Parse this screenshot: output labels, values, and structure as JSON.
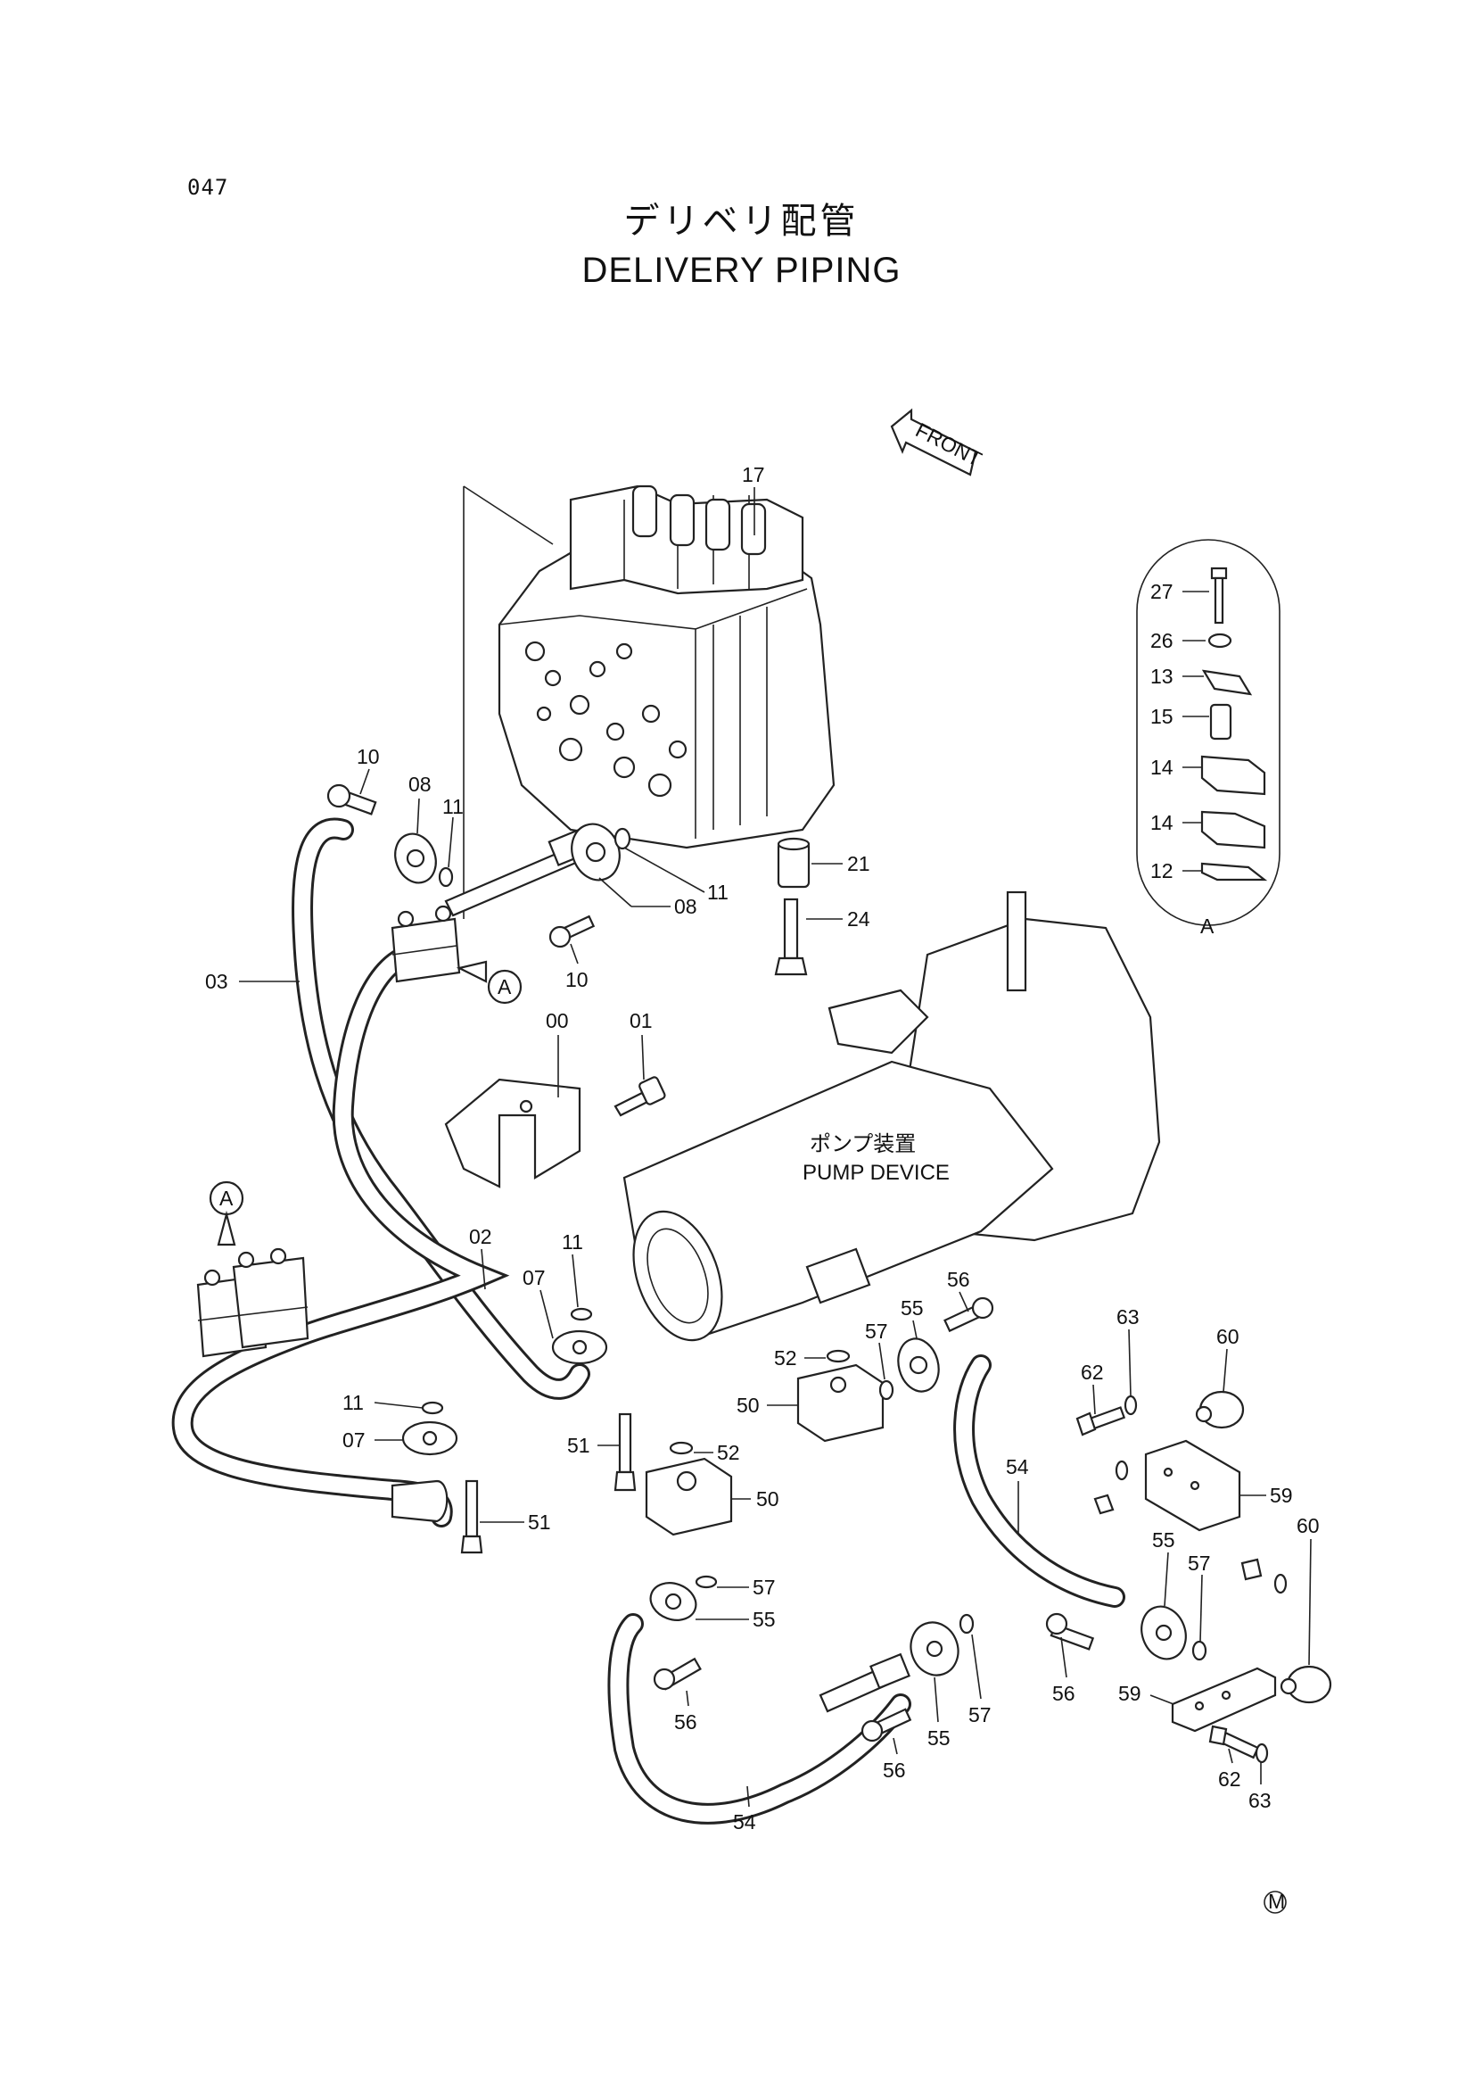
{
  "page_number": "047",
  "title_jp": "デリベリ配管",
  "title_en": "DELIVERY PIPING",
  "front_label": "FRONT",
  "device_label_jp": "ポンプ装置",
  "device_label_en": "PUMP DEVICE",
  "detail_label": "A",
  "callout_label": "A",
  "maker_mark": "M",
  "part_numbers": {
    "p17": "17",
    "p10a": "10",
    "p08a": "08",
    "p11a": "11",
    "p11b": "11",
    "p08b": "08",
    "p10b": "10",
    "p21": "21",
    "p24": "24",
    "p03": "03",
    "p00": "00",
    "p01": "01",
    "p02": "02",
    "p11c": "11",
    "p07a": "07",
    "p52a": "52",
    "p57a": "57",
    "p55a": "55",
    "p56a": "56",
    "p50a": "50",
    "p50b": "50",
    "p52b": "52",
    "p51a": "51",
    "p51b": "51",
    "p11d": "11",
    "p07b": "07",
    "p57b": "57",
    "p55b": "55",
    "p56b": "56",
    "p55c": "55",
    "p56c": "56",
    "p57c": "57",
    "p54a": "54",
    "p54b": "54",
    "p62a": "62",
    "p63a": "63",
    "p60a": "60",
    "p59a": "59",
    "p55d": "55",
    "p57d": "57",
    "p56d": "56",
    "p60b": "60",
    "p59b": "59",
    "p62b": "62",
    "p63b": "63",
    "p27": "27",
    "p26": "26",
    "p13": "13",
    "p15": "15",
    "p14a": "14",
    "p14b": "14",
    "p12": "12"
  }
}
